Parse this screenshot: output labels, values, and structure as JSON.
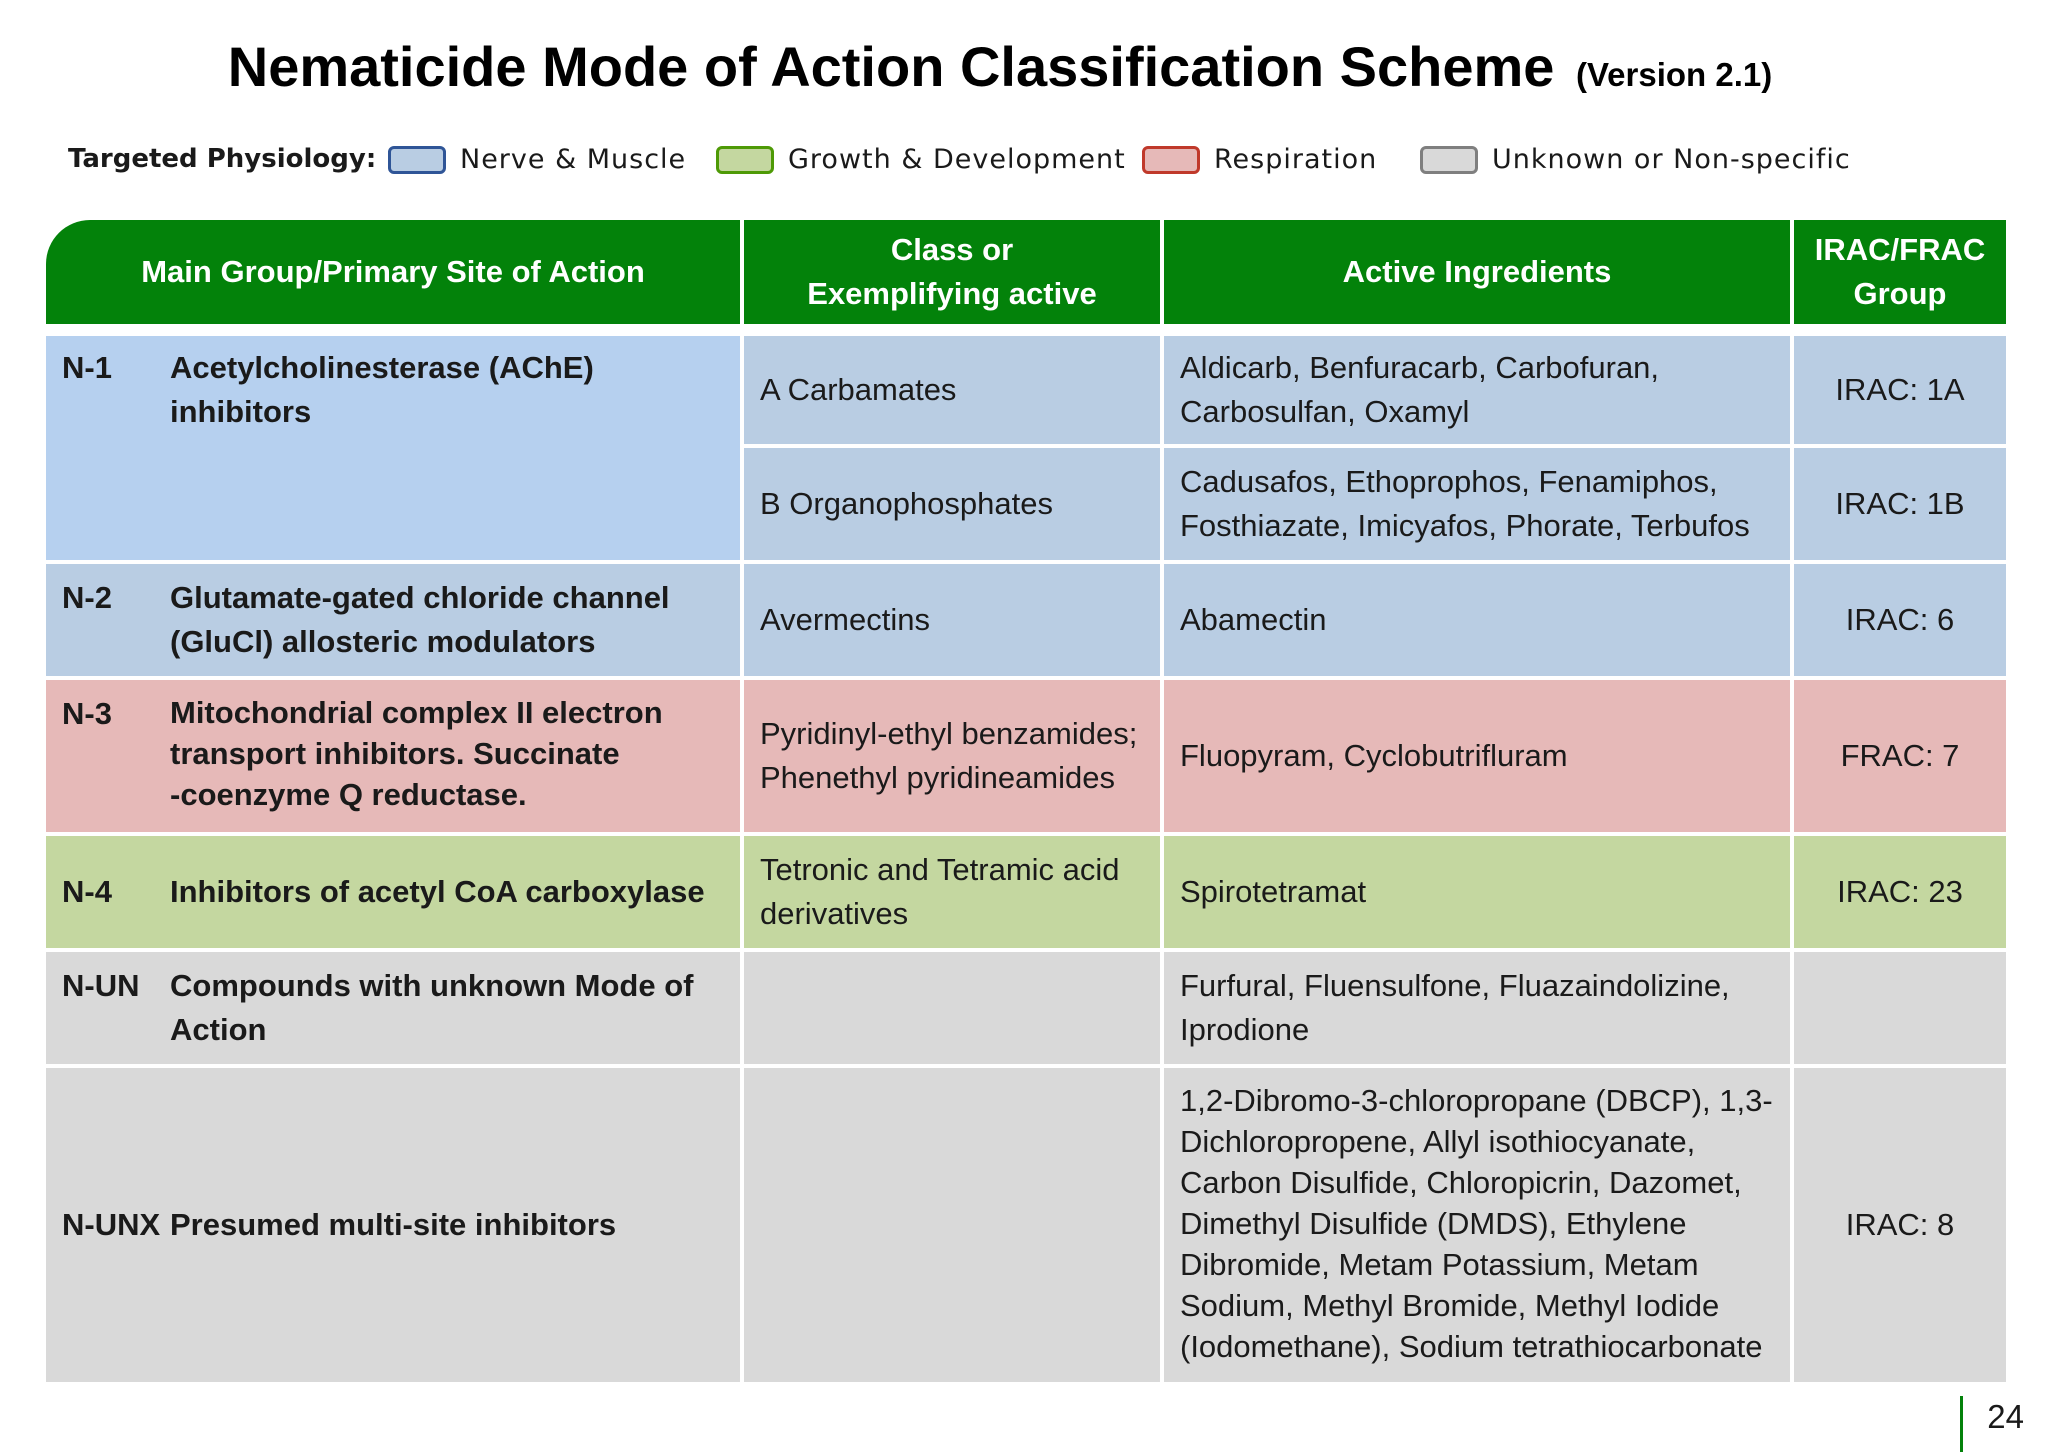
{
  "title": "Nematicide Mode of Action Classification Scheme",
  "version": "(Version 2.1)",
  "legend": {
    "label": "Targeted Physiology:",
    "items": [
      {
        "label": "Nerve & Muscle",
        "fill": "#b9cde3",
        "border": "#2f5597"
      },
      {
        "label": "Growth & Development",
        "fill": "#c4d7a0",
        "border": "#4e9a06"
      },
      {
        "label": "Respiration",
        "fill": "#e6b9b8",
        "border": "#c0392b"
      },
      {
        "label": "Unknown or Non-specific",
        "fill": "#d9d9d9",
        "border": "#7f7f7f"
      }
    ]
  },
  "colors": {
    "header": "#03820a",
    "nerve": "#b9cde3",
    "growth": "#c4d7a0",
    "respiration": "#e6b9b8",
    "unknown": "#d9d9d9"
  },
  "table": {
    "headers": {
      "main_group": "Main Group/Primary Site of Action",
      "class_line1": "Class or",
      "class_line2": "Exemplifying active",
      "active": "Active Ingredients",
      "group_line1": "IRAC/FRAC",
      "group_line2": "Group"
    },
    "rows": {
      "n1": {
        "code": "N-1",
        "site": "Acetylcholinesterase (AChE) inhibitors",
        "a_class": "A Carbamates",
        "a_active_1": "Aldicarb, Benfuracarb, Carbofuran,",
        "a_active_2": "Carbosulfan, Oxamyl",
        "a_group": "IRAC: 1A",
        "b_class": "B Organophosphates",
        "b_active_1": "Cadusafos, Ethoprophos, Fenamiphos,",
        "b_active_2": "Fosthiazate, Imicyafos, Phorate, Terbufos",
        "b_group": "IRAC: 1B"
      },
      "n2": {
        "code": "N-2",
        "site_1": "Glutamate-gated chloride channel",
        "site_2": "(GluCl) allosteric modulators",
        "class": "Avermectins",
        "active": "Abamectin",
        "group": "IRAC: 6"
      },
      "n3": {
        "code": "N-3",
        "site_1": "Mitochondrial complex II electron",
        "site_2": "transport inhibitors. Succinate",
        "site_3": "-coenzyme Q reductase.",
        "class_1": "Pyridinyl-ethyl benzamides;",
        "class_2": "Phenethyl pyridineamides",
        "active": "Fluopyram, Cyclobutrifluram",
        "group": "FRAC: 7"
      },
      "n4": {
        "code": "N-4",
        "site": "Inhibitors of acetyl CoA carboxylase",
        "class_1": "Tetronic and Tetramic acid",
        "class_2": "derivatives",
        "active": "Spirotetramat",
        "group": "IRAC: 23"
      },
      "nun": {
        "code": "N-UN",
        "site_1": "Compounds with unknown Mode of",
        "site_2": "Action",
        "class": "",
        "active_1": "Furfural, Fluensulfone, Fluazaindolizine,",
        "active_2": "Iprodione",
        "group": ""
      },
      "nunx": {
        "code": "N-UNX",
        "site": "Presumed multi-site inhibitors",
        "class": "",
        "active_1": "1,2-Dibromo-3-chloropropane (DBCP), 1,3-",
        "active_2": "Dichloropropene, Allyl isothiocyanate,",
        "active_3": "Carbon Disulfide, Chloropicrin, Dazomet,",
        "active_4": "Dimethyl Disulfide (DMDS), Ethylene",
        "active_5": "Dibromide, Metam Potassium, Metam",
        "active_6": "Sodium, Methyl Bromide, Methyl Iodide",
        "active_7": "(Iodomethane), Sodium tetrathiocarbonate",
        "group": "IRAC: 8"
      }
    }
  },
  "page_number": "24"
}
